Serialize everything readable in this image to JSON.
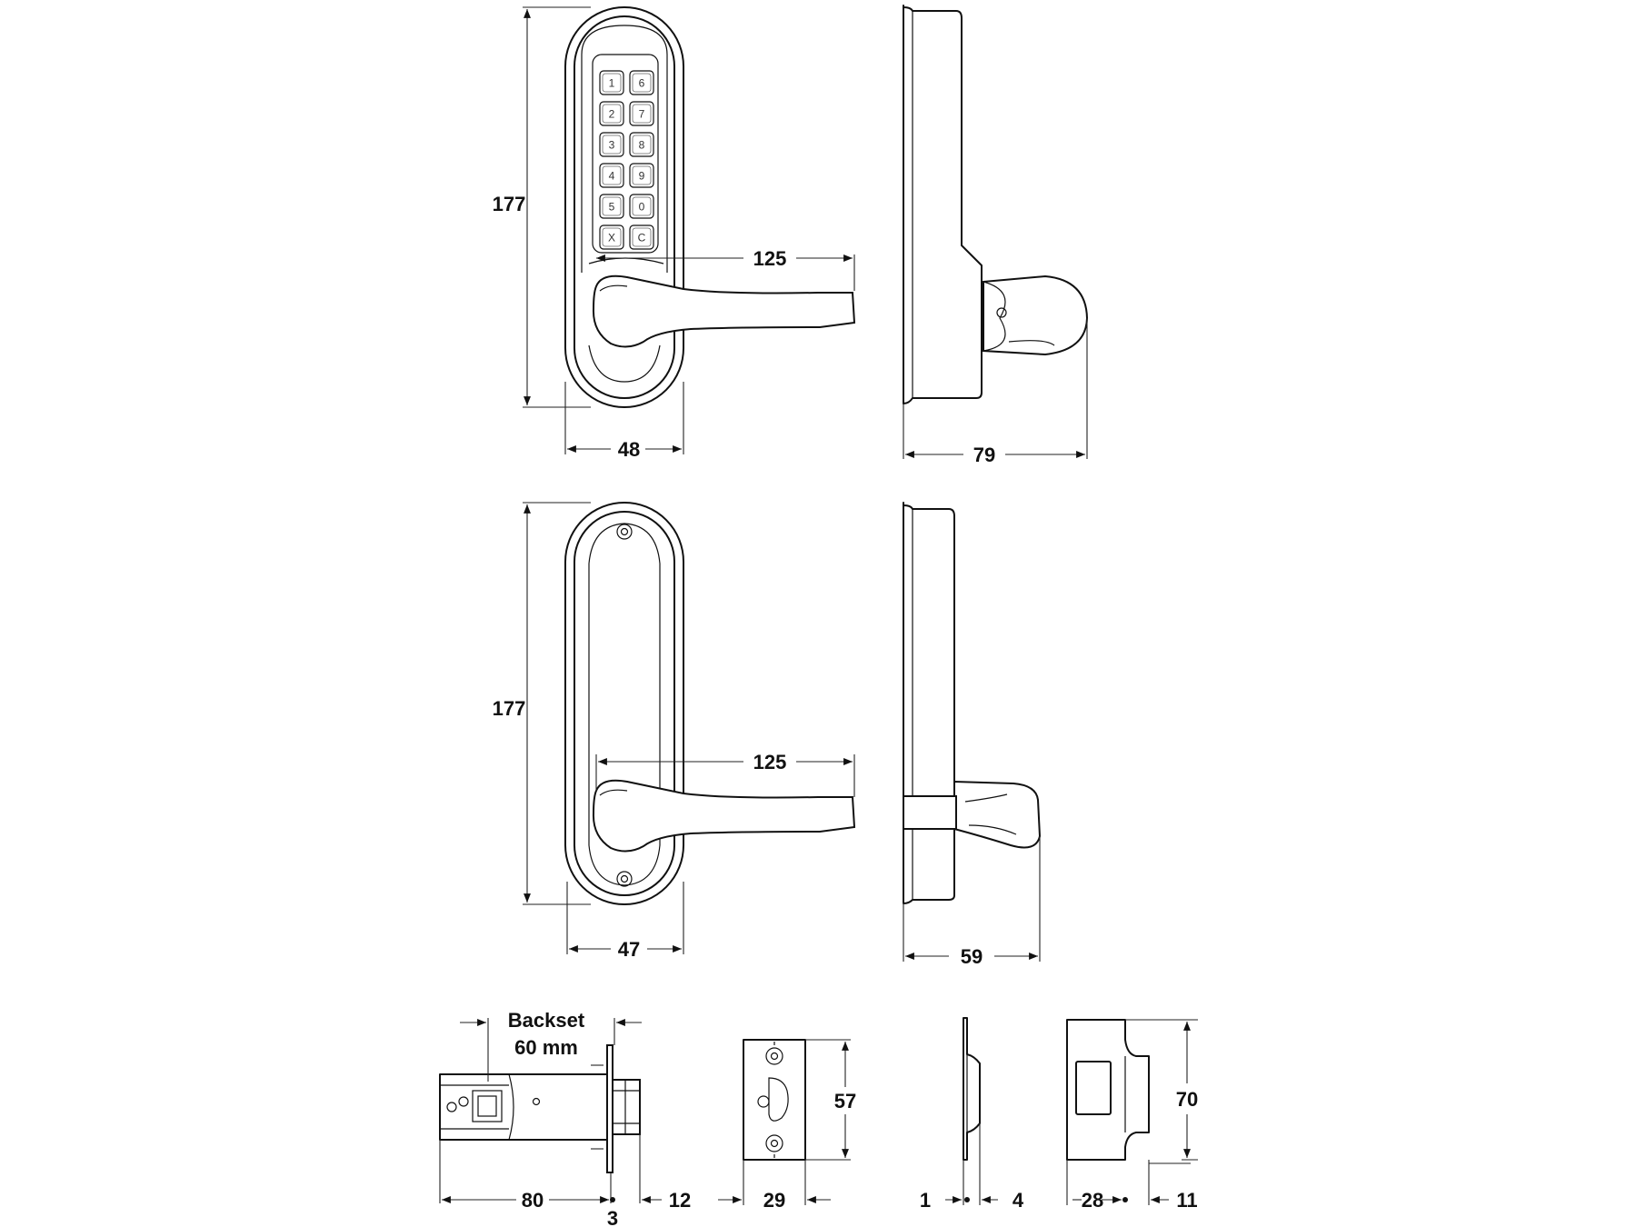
{
  "keypad": {
    "keys": [
      "1",
      "6",
      "2",
      "7",
      "3",
      "8",
      "4",
      "9",
      "5",
      "0",
      "X",
      "C"
    ]
  },
  "dimensions": {
    "top_height": "177",
    "top_lever": "125",
    "top_width": "48",
    "top_side_depth": "79",
    "bottom_height": "177",
    "bottom_lever": "125",
    "bottom_width": "47",
    "bottom_side_depth": "59",
    "latch_backset_label": "Backset",
    "latch_backset_value": "60 mm",
    "latch_length": "80",
    "latch_faceplate": "3",
    "latch_forend": "12",
    "strike_width": "29",
    "strike_height": "57",
    "keep_plate": "1",
    "keep_gap": "4",
    "keep_width": "28",
    "keep_lip": "11",
    "keep_height": "70"
  }
}
